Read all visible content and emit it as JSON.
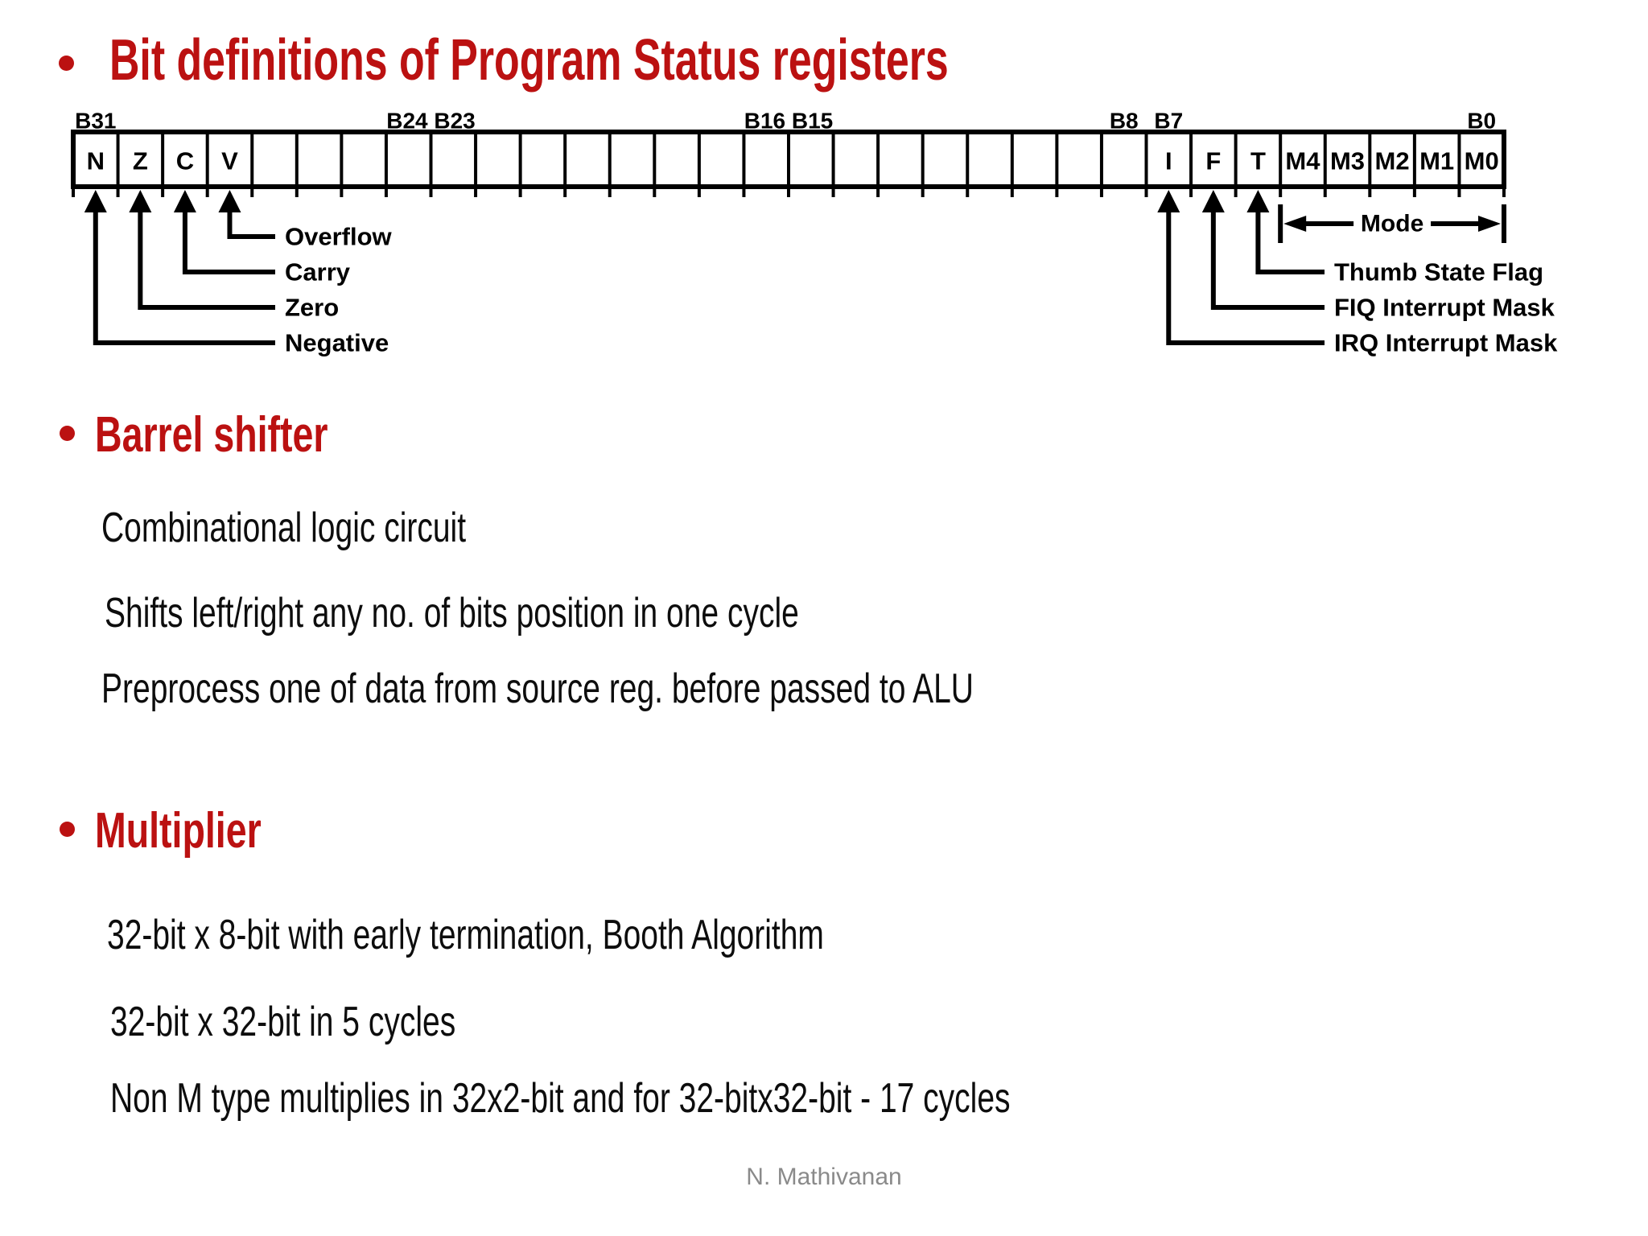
{
  "slide": {
    "title": "Bit definitions of Program Status registers",
    "sections": [
      {
        "heading": "Barrel shifter",
        "lines": [
          "Combinational logic circuit",
          "Shifts left/right any no. of bits position in one cycle",
          "Preprocess one of data from source reg. before passed to ALU"
        ]
      },
      {
        "heading": "Multiplier",
        "lines": [
          "32-bit x 8-bit with early termination, Booth Algorithm",
          "32-bit x 32-bit in 5 cycles",
          "Non M type multiplies in 32x2-bit and for 32-bitx32-bit - 17 cycles"
        ]
      }
    ],
    "footer": "N. Mathivanan"
  },
  "colors": {
    "accent_red": "#bb1111",
    "text": "#0d0d0d",
    "footer_gray": "#8a8a8a",
    "line": "#000000"
  },
  "register_diagram": {
    "bit_count": 32,
    "top_labels": [
      {
        "text": "B31",
        "at_bit": 31
      },
      {
        "text": "B24 B23",
        "between_bits": [
          24,
          23
        ]
      },
      {
        "text": "B16 B15",
        "between_bits": [
          16,
          15
        ]
      },
      {
        "text": "B8",
        "at_bit": 8
      },
      {
        "text": "B7",
        "at_bit": 7
      },
      {
        "text": "B0",
        "at_bit": 0
      }
    ],
    "cells": [
      {
        "bit": 31,
        "label": "N"
      },
      {
        "bit": 30,
        "label": "Z"
      },
      {
        "bit": 29,
        "label": "C"
      },
      {
        "bit": 28,
        "label": "V"
      },
      {
        "bit": 7,
        "label": "I"
      },
      {
        "bit": 6,
        "label": "F"
      },
      {
        "bit": 5,
        "label": "T"
      },
      {
        "bit": 4,
        "label": "M4"
      },
      {
        "bit": 3,
        "label": "M3"
      },
      {
        "bit": 2,
        "label": "M2"
      },
      {
        "bit": 1,
        "label": "M1"
      },
      {
        "bit": 0,
        "label": "M0"
      }
    ],
    "pointers": [
      {
        "bit": 28,
        "label": "Overflow",
        "side": "left",
        "row": 0
      },
      {
        "bit": 29,
        "label": "Carry",
        "side": "left",
        "row": 1
      },
      {
        "bit": 30,
        "label": "Zero",
        "side": "left",
        "row": 2
      },
      {
        "bit": 31,
        "label": "Negative",
        "side": "left",
        "row": 3
      },
      {
        "bit": 5,
        "label": "Thumb State Flag",
        "side": "right",
        "row": 1
      },
      {
        "bit": 6,
        "label": "FIQ Interrupt Mask",
        "side": "right",
        "row": 2
      },
      {
        "bit": 7,
        "label": "IRQ Interrupt Mask",
        "side": "right",
        "row": 3
      }
    ],
    "mode_span": {
      "label": "Mode",
      "from_bit": 4,
      "to_bit": 0
    }
  }
}
